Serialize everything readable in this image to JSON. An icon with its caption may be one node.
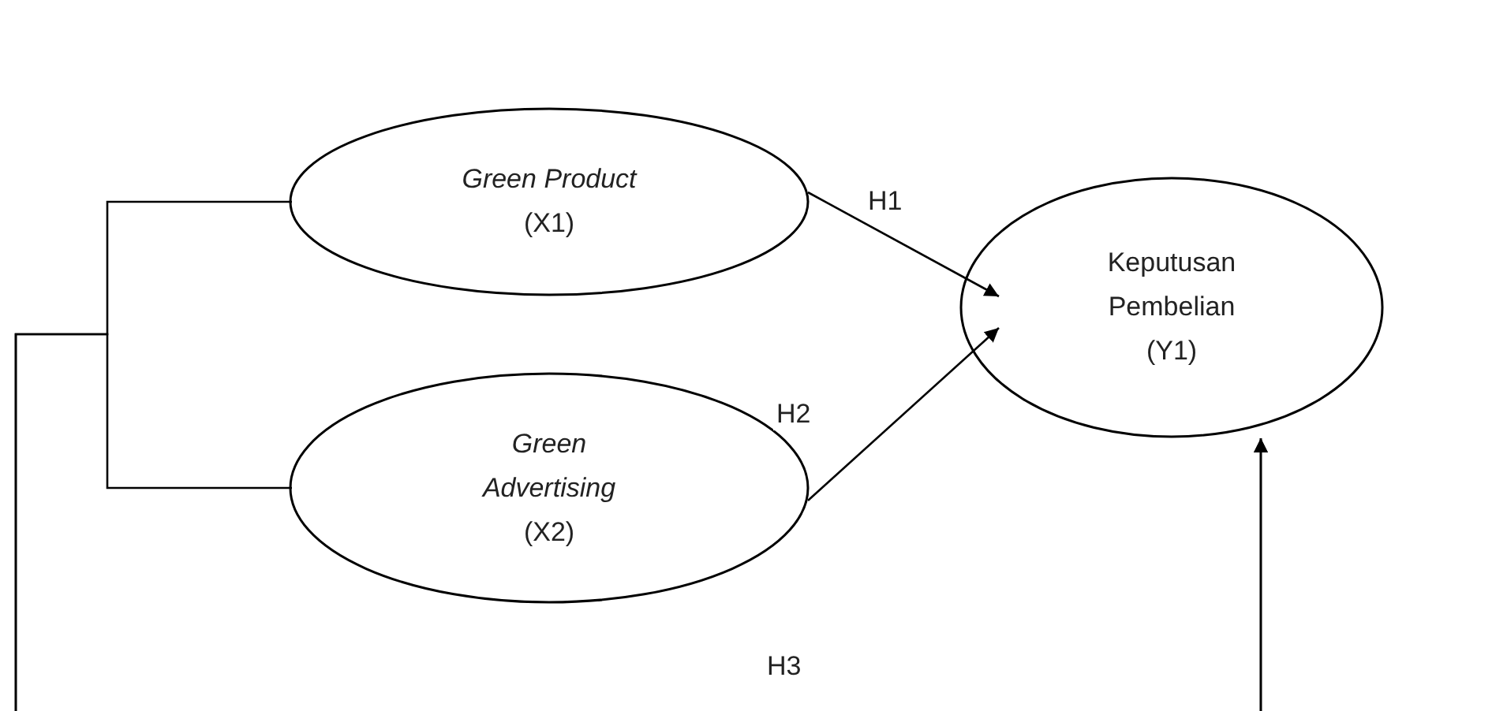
{
  "diagram": {
    "nodes": [
      {
        "text": [
          "*Green Product* (X1)"
        ]
      },
      {
        "text": [
          "*Green Advertising* (X2)"
        ]
      },
      {
        "text": [
          "Keputusan Pembelian (Y1)"
        ]
      }
    ],
    "edges": [
      {
        "from": 0,
        "to": 2,
        "arrow": "to",
        "label": "H1"
      },
      {
        "from": 1,
        "to": 2,
        "arrow": "to",
        "label": "H2"
      },
      {
        "from": 0,
        "to": 2,
        "arrow": "to"
      },
      {
        "from": 1,
        "to": 2,
        "arrow": "to"
      }
    ],
    "labels": [
      "H3"
    ]
  }
}
